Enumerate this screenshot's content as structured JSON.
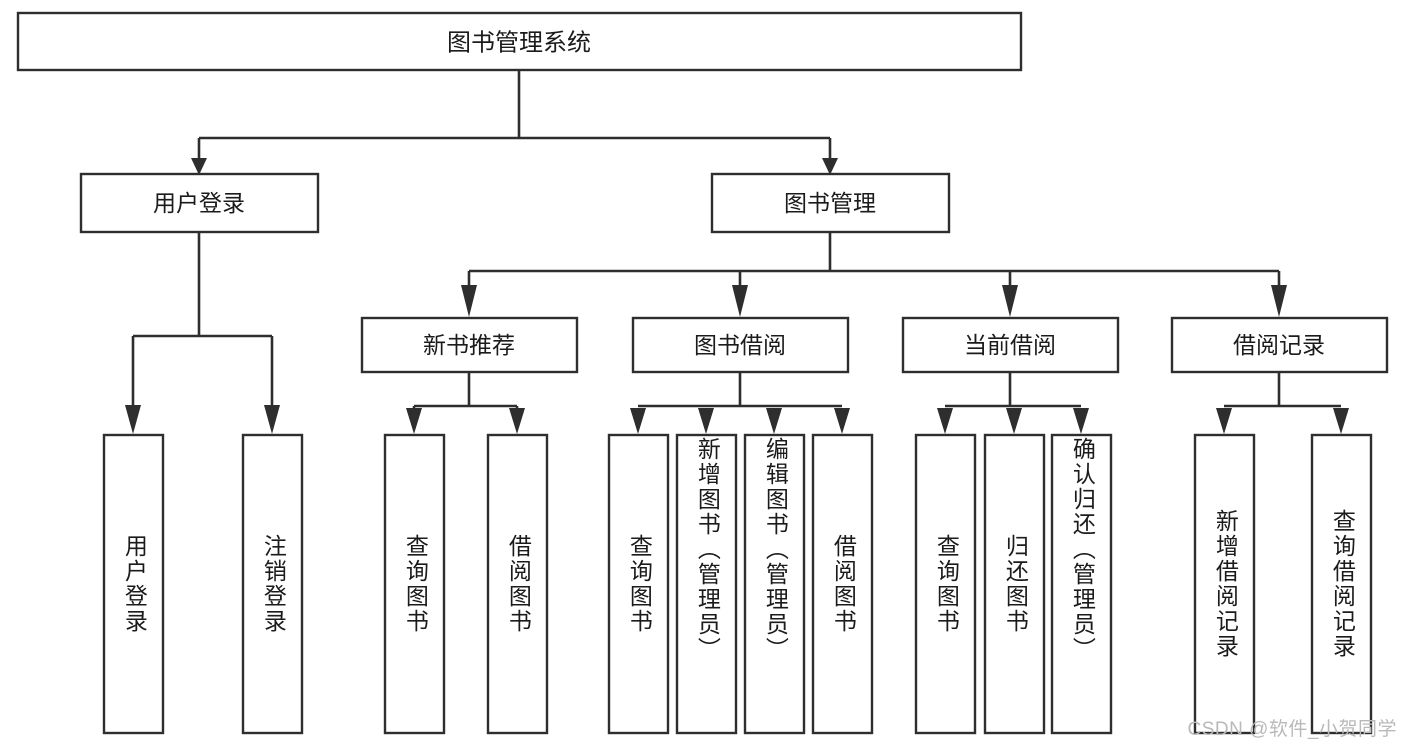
{
  "diagram": {
    "type": "tree",
    "title": "图书管理系统",
    "orientation": "top-down",
    "style": {
      "box_fill": "#ffffff",
      "box_stroke": "#2e2e2e",
      "text_color": "#1b1b1b",
      "watermark_color": "#b9b9b9",
      "background": "#ffffff"
    },
    "root": {
      "label": "图书管理系统",
      "level": 0
    },
    "level1": [
      {
        "label": "用户登录"
      },
      {
        "label": "图书管理"
      }
    ],
    "level2": [
      {
        "label": "新书推荐",
        "parent": "图书管理"
      },
      {
        "label": "图书借阅",
        "parent": "图书管理"
      },
      {
        "label": "当前借阅",
        "parent": "图书管理"
      },
      {
        "label": "借阅记录",
        "parent": "图书管理"
      }
    ],
    "leaves": {
      "user_login": [
        {
          "label": "用户登录"
        },
        {
          "label": "注销登录"
        }
      ],
      "new_book_recommend": [
        {
          "label": "查询图书"
        },
        {
          "label": "借阅图书"
        }
      ],
      "book_borrow": [
        {
          "label": "查询图书"
        },
        {
          "label": "新增图书（管理员）"
        },
        {
          "label": "编辑图书（管理员）"
        },
        {
          "label": "借阅图书"
        }
      ],
      "current_borrow": [
        {
          "label": "查询图书"
        },
        {
          "label": "归还图书"
        },
        {
          "label": "确认归还（管理员）"
        }
      ],
      "borrow_record": [
        {
          "label": "新增借阅记录"
        },
        {
          "label": "查询借阅记录"
        }
      ]
    }
  },
  "watermark": {
    "text": "CSDN @软件_小贺同学"
  }
}
